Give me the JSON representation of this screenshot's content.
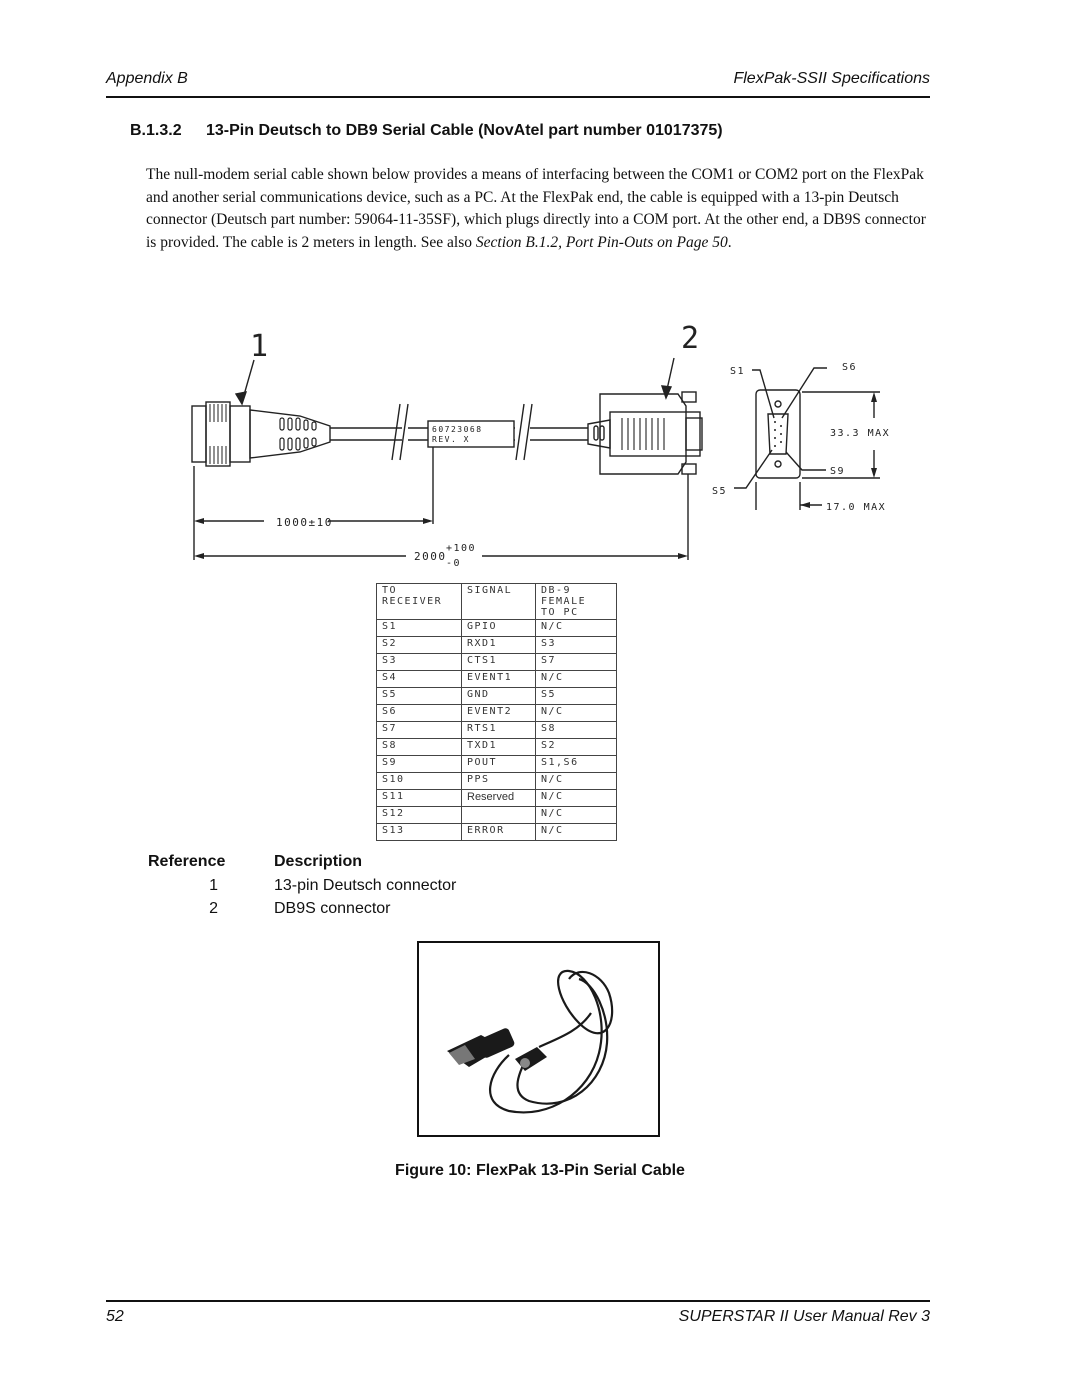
{
  "header": {
    "left": "Appendix B",
    "right": "FlexPak-SSII Specifications"
  },
  "section": {
    "number": "B.1.3.2",
    "title": "13-Pin Deutsch to DB9 Serial Cable (NovAtel part number 01017375)"
  },
  "body": {
    "text": "The null-modem serial cable shown below provides a means of interfacing between the COM1 or COM2 port on the FlexPak and another serial communications device, such as a PC. At the FlexPak end, the cable is equipped with a 13-pin Deutsch connector (Deutsch part number: 59064-11-35SF), which plugs directly into a COM port. At the other end, a DB9S connector is provided. The cable is 2 meters in length. See also ",
    "link": "Section B.1.2, Port Pin-Outs on Page 50",
    "end": "."
  },
  "drawing": {
    "callout_1": "1",
    "callout_2": "2",
    "label_text": "60723068",
    "label_rev": "REV. X",
    "dim_1000": "1000±10",
    "dim_2000": "2000",
    "dim_tol_plus": "+100",
    "dim_tol_minus": "-0",
    "db9_s1": "S1",
    "db9_s6": "S6",
    "db9_s5": "S5",
    "db9_s9": "S9",
    "db9_height": "33.3 MAX",
    "db9_width": "17.0 MAX"
  },
  "pin_table": {
    "headers": [
      "TO RECEIVER",
      "SIGNAL",
      "DB-9 FEMALE",
      "TO PC"
    ],
    "rows": [
      [
        "S1",
        "GPIO",
        "N/C"
      ],
      [
        "S2",
        "RXD1",
        "S3"
      ],
      [
        "S3",
        "CTS1",
        "S7"
      ],
      [
        "S4",
        "EVENT1",
        "N/C"
      ],
      [
        "S5",
        "GND",
        "S5"
      ],
      [
        "S6",
        "EVENT2",
        "N/C"
      ],
      [
        "S7",
        "RTS1",
        "S8"
      ],
      [
        "S8",
        "TXD1",
        "S2"
      ],
      [
        "S9",
        "POUT",
        "S1,S6"
      ],
      [
        "S10",
        "PPS",
        "N/C"
      ],
      [
        "S11",
        "Reserved",
        "N/C"
      ],
      [
        "S12",
        "",
        "N/C"
      ],
      [
        "S13",
        "ERROR",
        "N/C"
      ]
    ]
  },
  "reference_table": {
    "header_ref": "Reference",
    "header_desc": "Description",
    "rows": [
      {
        "ref": "1",
        "desc": "13-pin Deutsch connector"
      },
      {
        "ref": "2",
        "desc": "DB9S connector"
      }
    ]
  },
  "figure_caption": "Figure 10: FlexPak 13-Pin Serial Cable",
  "footer": {
    "page": "52",
    "title": "SUPERSTAR II User Manual Rev 3"
  }
}
